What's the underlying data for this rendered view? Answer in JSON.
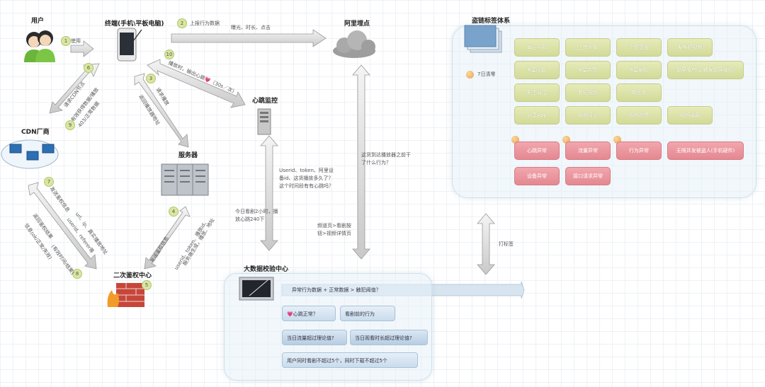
{
  "nodes": {
    "user": "用户",
    "terminal": "终端(手机\\平板电脑)",
    "aliyun": "阿里埋点",
    "heartbeat": "心跳监控",
    "server": "服务器",
    "cdn": "CDN厂商",
    "auth": "二次鉴权中心",
    "bigdata": "大数据校验中心",
    "tagsys": "盗链标签体系"
  },
  "steps": {
    "s1": "1",
    "s1_label": "使用",
    "s2": "2",
    "s2_label": "上报行为数据",
    "s2_sub": "曝光、时长、点击",
    "s3": "3",
    "s3_label1": "请求播放",
    "s3_label2": "返回播放器地址",
    "s4": "4",
    "s4_label1": "发送鉴权信息",
    "s4_label2": "userid、token、播放id、",
    "s4_label3": "服务端生成，播放、地址",
    "s5": "5",
    "s6": "6",
    "s6_label": "请求CDN节点",
    "s7": "7",
    "s7_label": "发送鉴权信息",
    "s8": "8",
    "s8_label1": "返回鉴权结果",
    "s8_label2": "url、ip、真实播放地址",
    "s8_label3": "userid、referer等",
    "s8_label4": "(有效时间/结果)",
    "s8_label5": "信息(ok/正常/失效)",
    "s9": "9",
    "s9_label1": "有效获得数据/播放",
    "s9_label2": "403/正常数据",
    "s10": "10",
    "s10_label": "播放时，输出心跳💗（30s／次）"
  },
  "notes": {
    "heartbeat_q": "Userid、token、阿里设备id、这货播放多久了？这个时间段有有心跳吗？",
    "today": "今日看剧2小时，播放心跳240下",
    "path": "频道页>看剧按钮>视频详情页",
    "before": "这货到达播放器之前干了什么行为？",
    "label_tag": "打标签",
    "reset": "7日清零"
  },
  "green_tags": [
    "每日一题",
    "上传头像",
    "个性签名",
    "发布短视频",
    "R星回复",
    "R星点赞",
    "R星发帖",
    "投屏用户(必触发投屏按钮)",
    "关注up主",
    "看短视频",
    "做任务",
    "分享App",
    "视频评论",
    "视频点赞",
    "视频弹幕"
  ],
  "red_tags": [
    "心跳异常",
    "流量异常",
    "行为异常",
    "无限并发被盗人(手机硬件)",
    "设备异常",
    "接口请求异常"
  ],
  "bigdata_items": {
    "main": "异常行为数据 + 正常数据 > 触犯阈值？",
    "heart": "💗心跳正常？",
    "before": "看剧前的行为",
    "flow": "当日流量超过理论值?",
    "watch": "当日观看时长超过理论值?",
    "concurrent": "用户同时看剧不超过5个，同时下载不超过5个"
  }
}
